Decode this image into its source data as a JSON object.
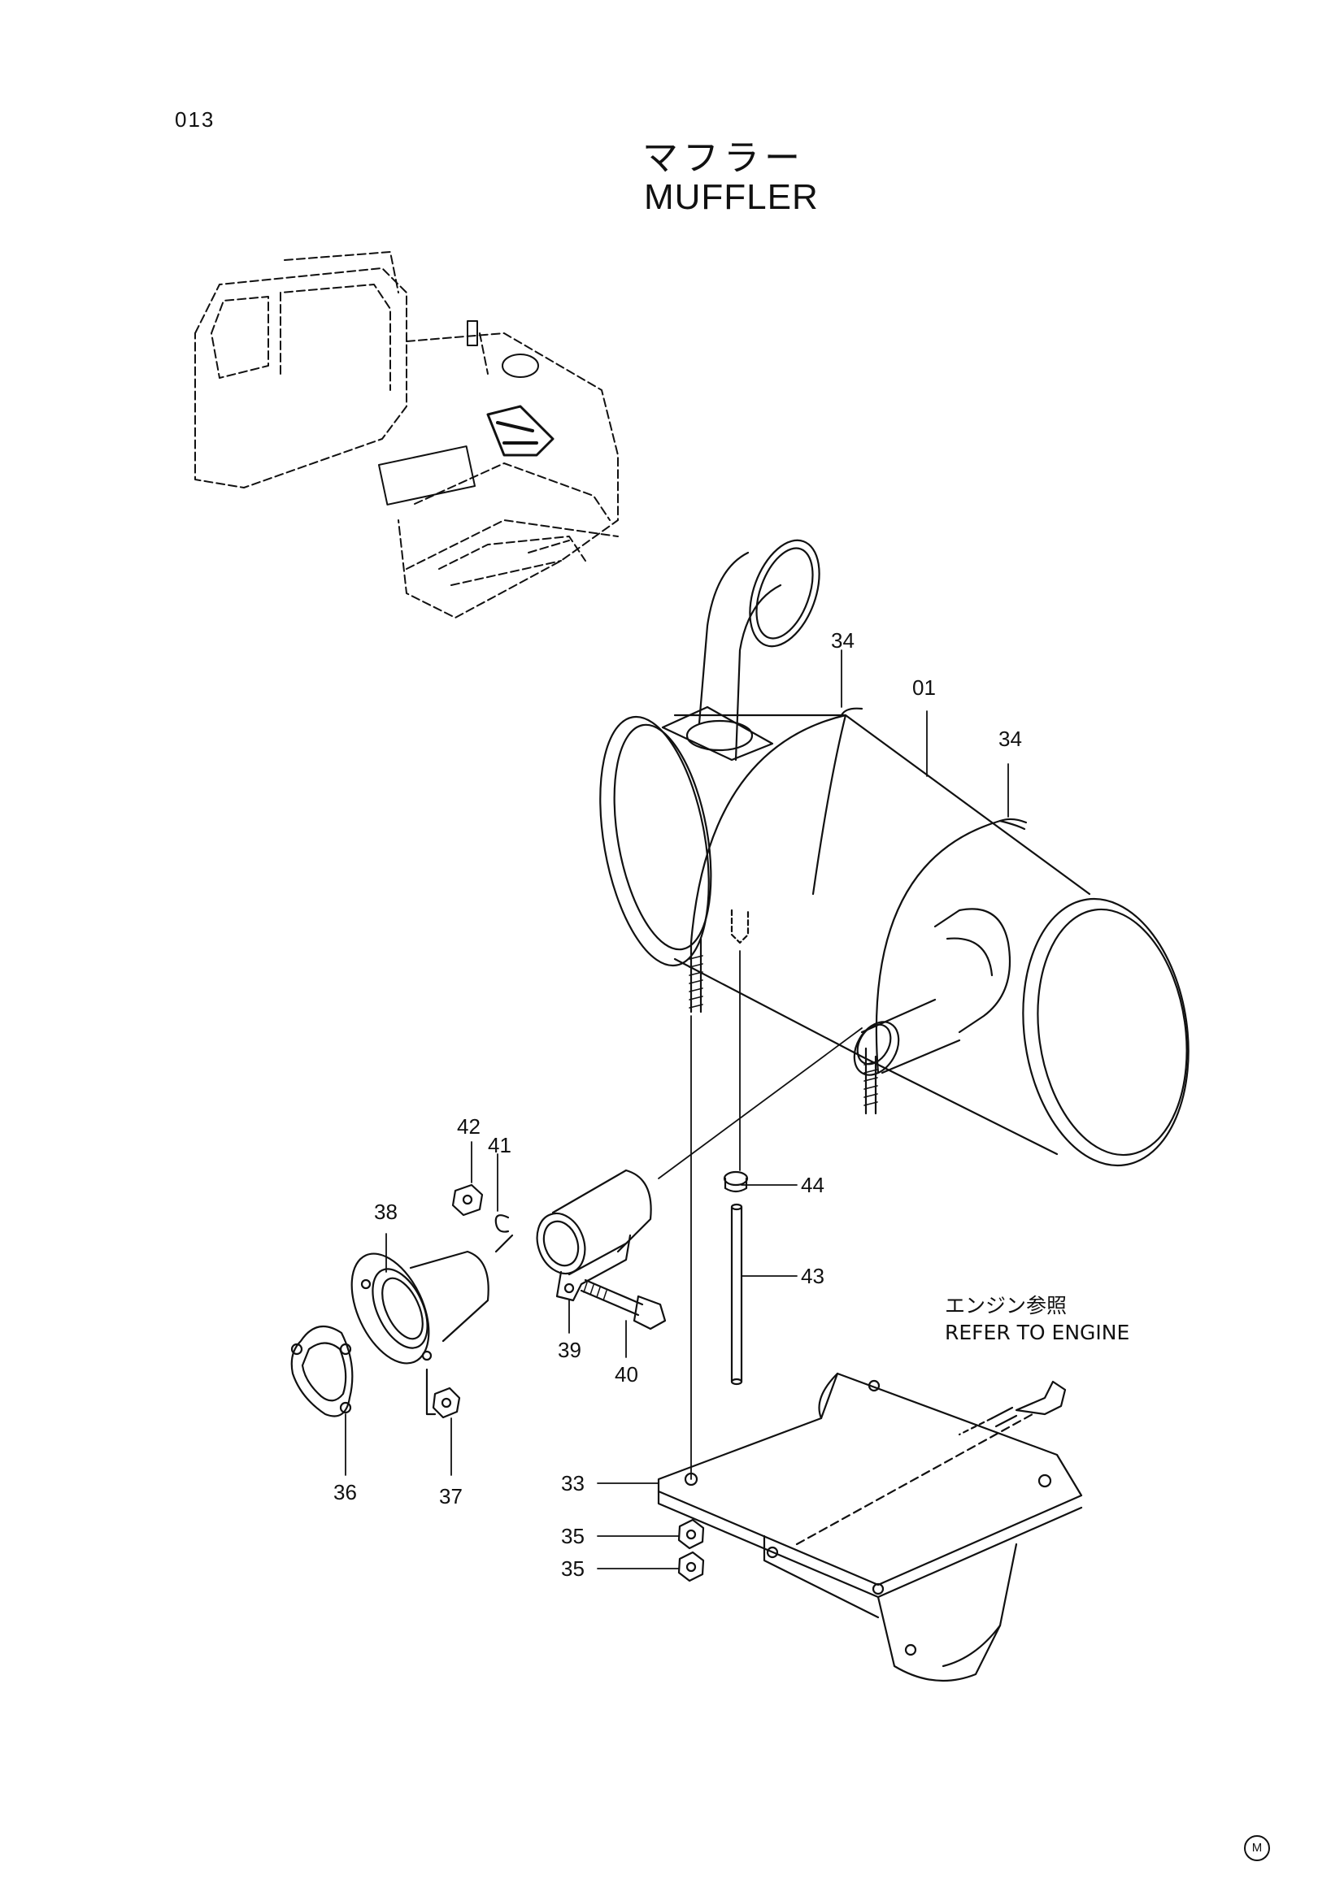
{
  "page": {
    "code": "013",
    "title_jp": "マフラー",
    "title_en": "MUFFLER",
    "maker_mark": "M"
  },
  "note": {
    "jp": "エンジン参照",
    "en": "REFER TO ENGINE"
  },
  "callouts": [
    {
      "id": "01",
      "label": "01"
    },
    {
      "id": "33",
      "label": "33"
    },
    {
      "id": "34a",
      "label": "34"
    },
    {
      "id": "34b",
      "label": "34"
    },
    {
      "id": "35a",
      "label": "35"
    },
    {
      "id": "35b",
      "label": "35"
    },
    {
      "id": "36",
      "label": "36"
    },
    {
      "id": "37",
      "label": "37"
    },
    {
      "id": "38",
      "label": "38"
    },
    {
      "id": "39",
      "label": "39"
    },
    {
      "id": "40",
      "label": "40"
    },
    {
      "id": "41",
      "label": "41"
    },
    {
      "id": "42",
      "label": "42"
    },
    {
      "id": "43",
      "label": "43"
    },
    {
      "id": "44",
      "label": "44"
    }
  ]
}
